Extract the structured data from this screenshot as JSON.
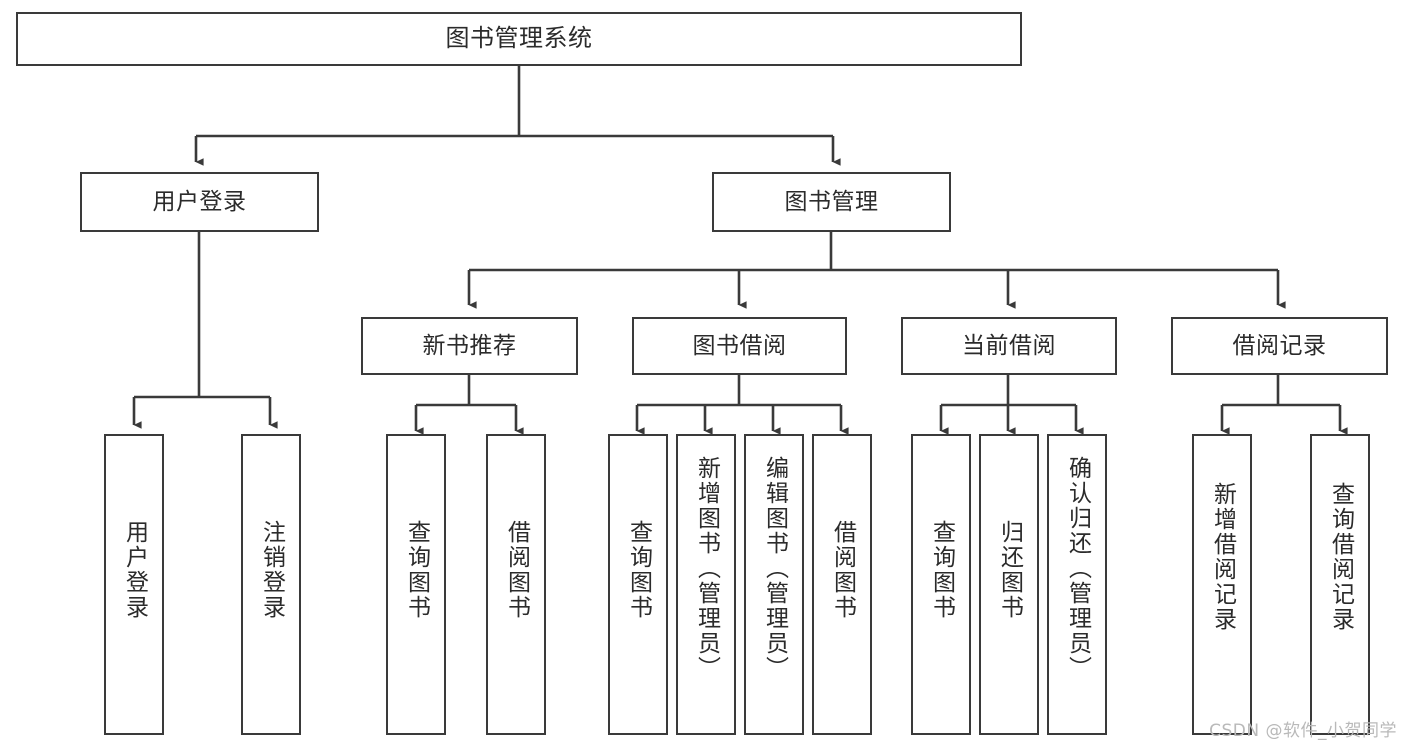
{
  "diagram": {
    "title": "图书管理系统",
    "type": "tree-hierarchy-chart",
    "background_color": "#ffffff",
    "line_color": "#3a3a3a",
    "text_color": "#2b2b2b",
    "watermark": "CSDN @软件_小贺同学"
  },
  "nodes": {
    "root": {
      "label": "图书管理系统"
    },
    "level2": [
      {
        "id": "user-login",
        "label": "用户登录"
      },
      {
        "id": "book-manage",
        "label": "图书管理"
      }
    ],
    "level3": [
      {
        "id": "new-book-recommend",
        "label": "新书推荐"
      },
      {
        "id": "book-borrow",
        "label": "图书借阅"
      },
      {
        "id": "current-borrow",
        "label": "当前借阅"
      },
      {
        "id": "borrow-record",
        "label": "借阅记录"
      }
    ],
    "leaves": {
      "user_login": [
        {
          "id": "leaf-user-login",
          "label": "用户登录"
        },
        {
          "id": "leaf-logout-login",
          "label": "注销登录"
        }
      ],
      "new_book_recommend": [
        {
          "id": "leaf-query-book-1",
          "label": "查询图书"
        },
        {
          "id": "leaf-borrow-book-1",
          "label": "借阅图书"
        }
      ],
      "book_borrow": [
        {
          "id": "leaf-query-book-2",
          "label": "查询图书"
        },
        {
          "id": "leaf-add-book",
          "label": "新增图书（管理员）"
        },
        {
          "id": "leaf-edit-book",
          "label": "编辑图书（管理员）"
        },
        {
          "id": "leaf-borrow-book-2",
          "label": "借阅图书"
        }
      ],
      "current_borrow": [
        {
          "id": "leaf-query-book-3",
          "label": "查询图书"
        },
        {
          "id": "leaf-return-book",
          "label": "归还图书"
        },
        {
          "id": "leaf-confirm-return",
          "label": "确认归还（管理员）"
        }
      ],
      "borrow_record": [
        {
          "id": "leaf-add-record",
          "label": "新增借阅记录"
        },
        {
          "id": "leaf-query-record",
          "label": "查询借阅记录"
        }
      ]
    }
  }
}
